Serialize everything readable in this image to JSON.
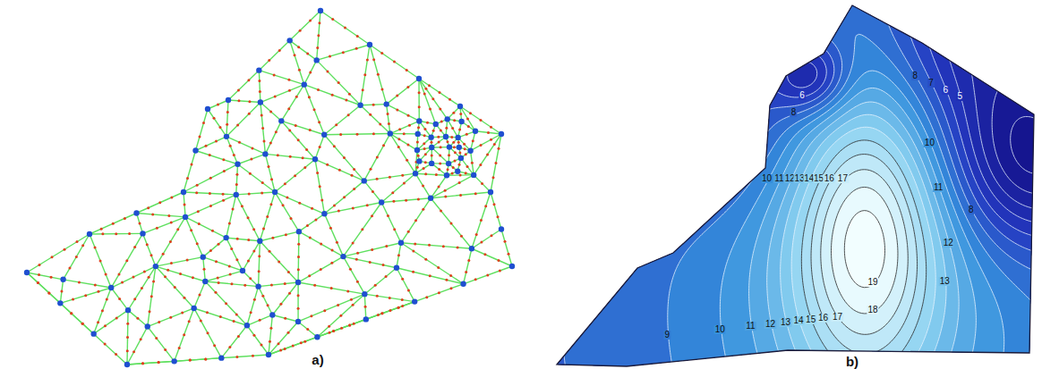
{
  "diagram": {
    "labels": [
      "a)",
      "b)",
      "10",
      "11",
      "12",
      "13",
      "14",
      "15",
      "16",
      "17",
      "19",
      "18",
      "9",
      "10",
      "11",
      "12",
      "13",
      "14",
      "15",
      "16",
      "17",
      "10",
      "11",
      "12",
      "13",
      "8",
      "8",
      "7",
      "6",
      "5",
      "6",
      "8"
    ]
  }
}
